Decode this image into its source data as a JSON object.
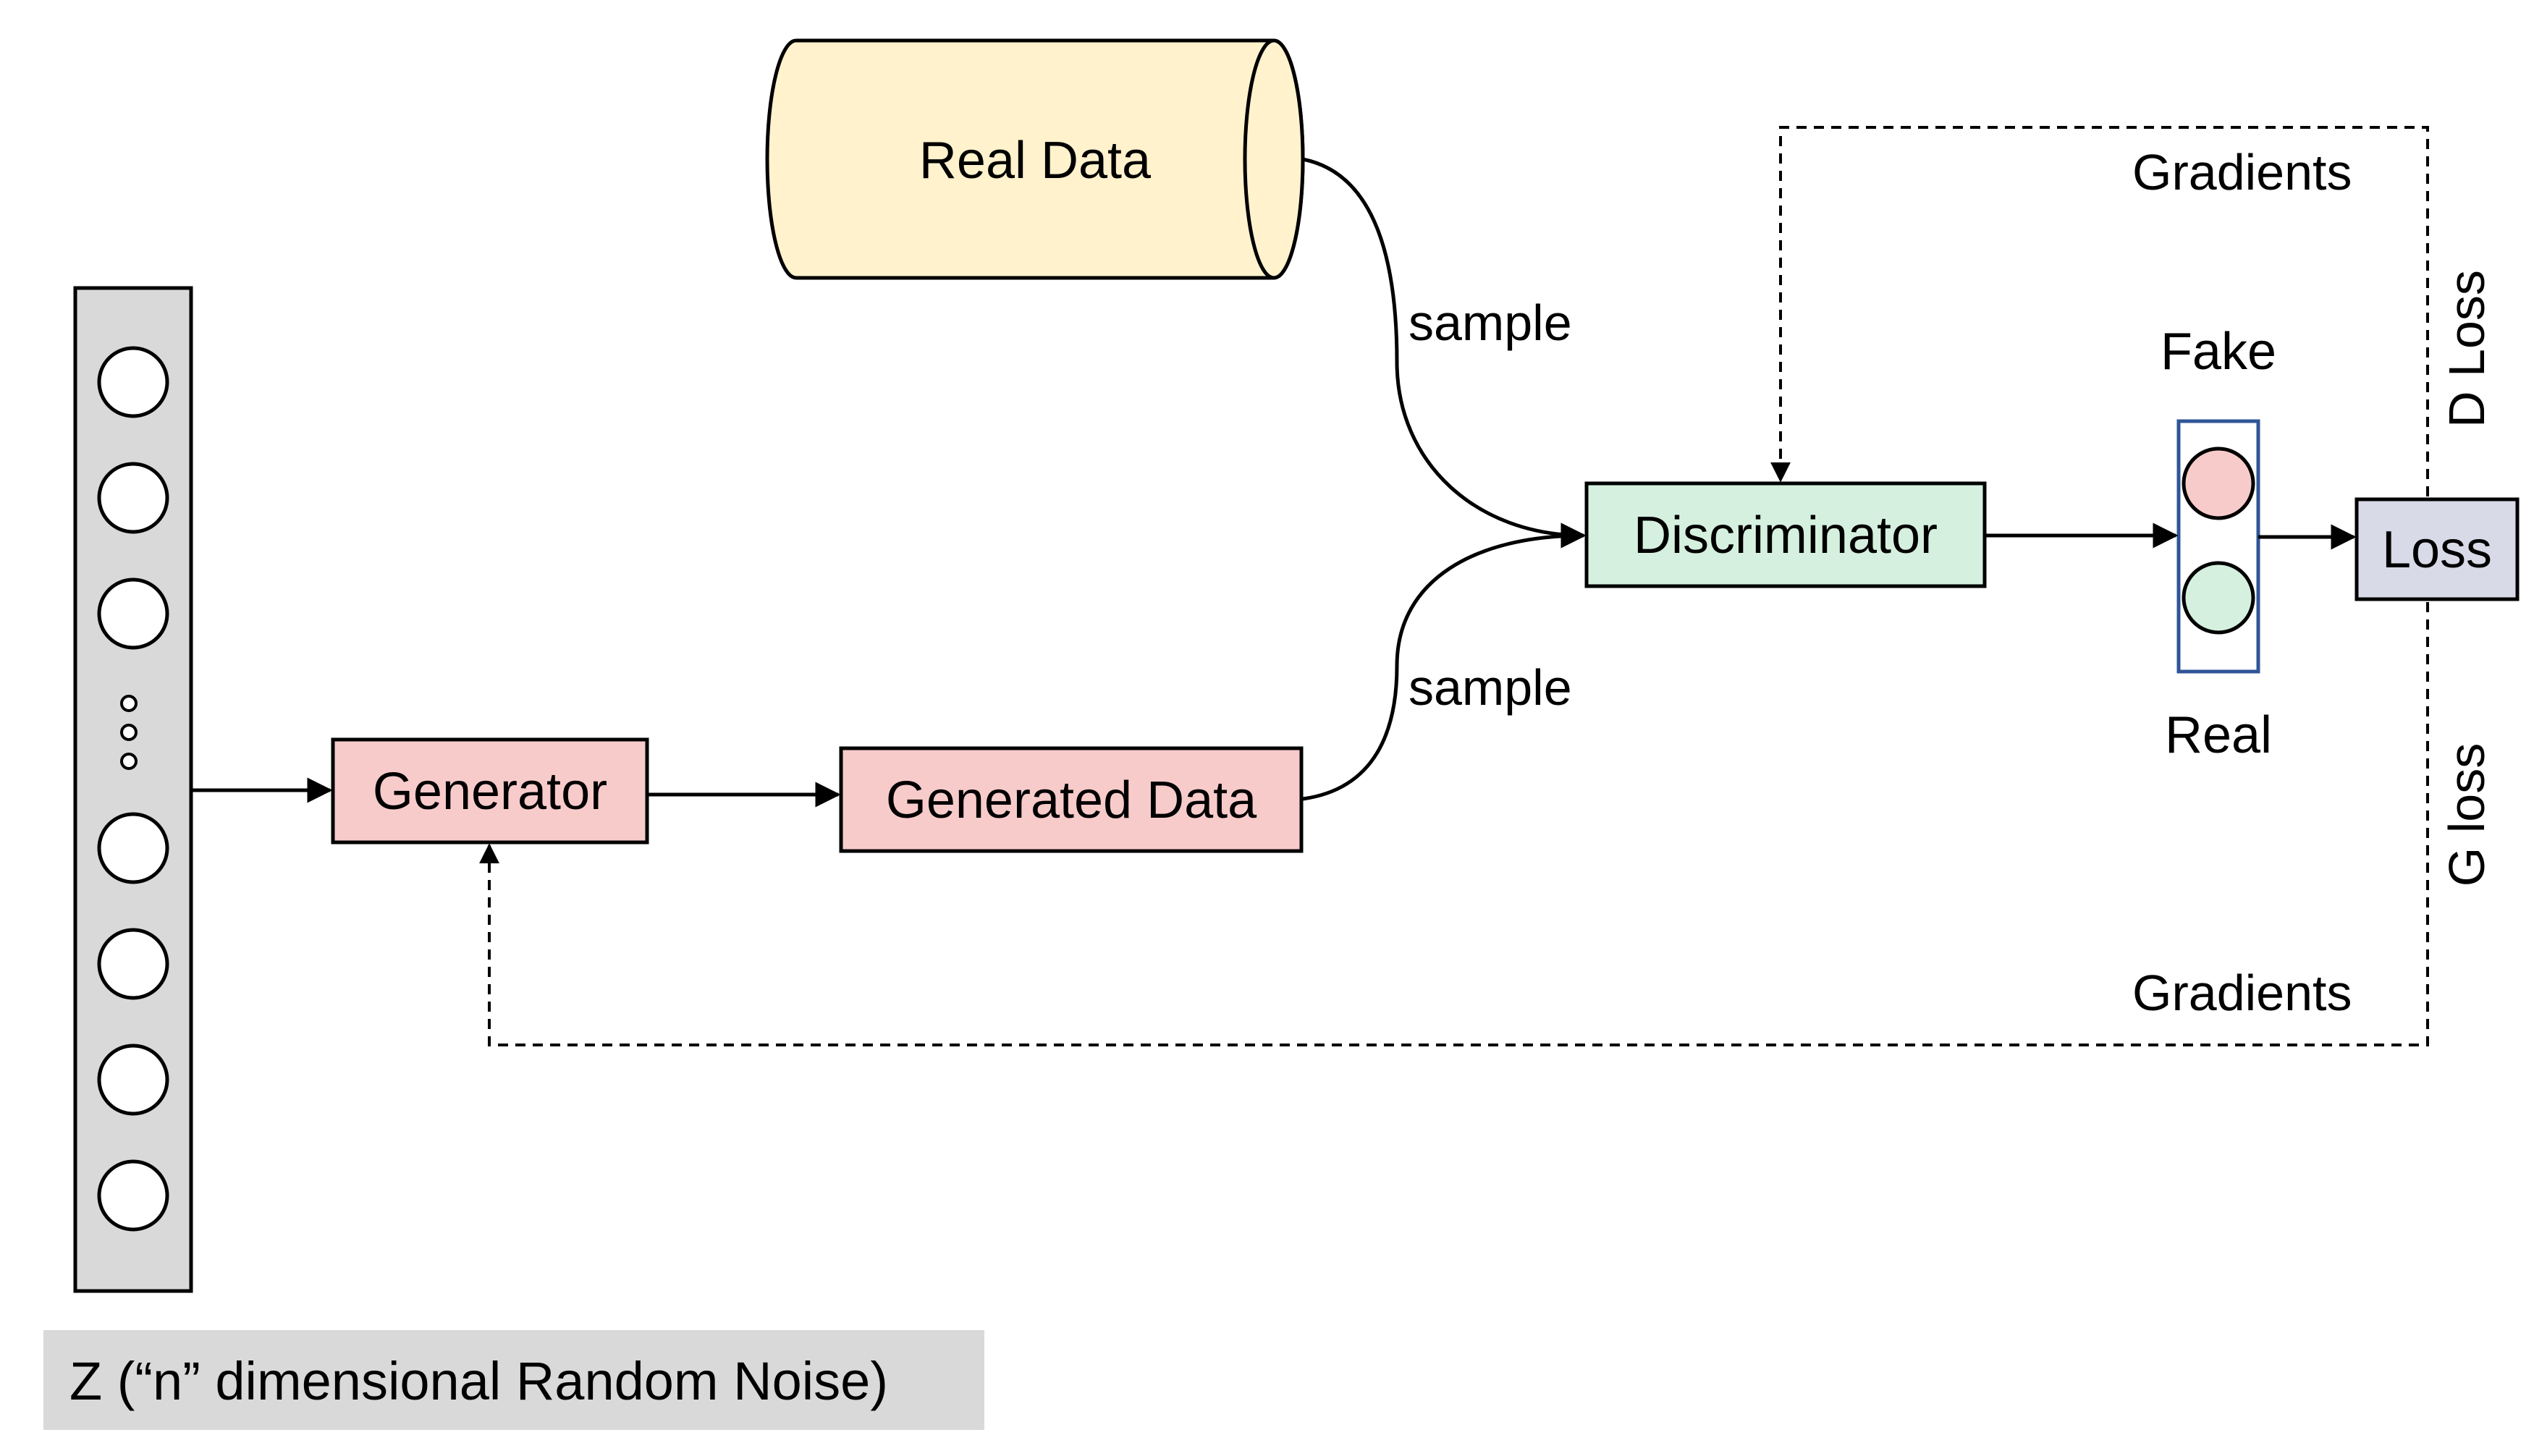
{
  "nodes": {
    "real_data": "Real Data",
    "generator": "Generator",
    "generated_data": "Generated Data",
    "discriminator": "Discriminator",
    "loss": "Loss"
  },
  "edge_labels": {
    "sample_real": "sample",
    "sample_generated": "sample",
    "gradients_top": "Gradients",
    "gradients_bottom": "Gradients",
    "d_loss": "D Loss",
    "g_loss": "G loss"
  },
  "output_labels": {
    "fake": "Fake",
    "real": "Real"
  },
  "caption": "Z (“n” dimensional Random Noise)",
  "colors": {
    "real_data_fill": "#FFF2CC",
    "generator_fill": "#F8CBCB",
    "generated_data_fill": "#F8CBCB",
    "discriminator_fill": "#D5F0DF",
    "loss_fill": "#D9DAE8",
    "noise_column_fill": "#D9D9D9",
    "caption_fill": "#D9D9D9",
    "fake_circle": "#F8CBCB",
    "real_circle": "#D5F0DF",
    "output_box_stroke": "#2F5597"
  }
}
